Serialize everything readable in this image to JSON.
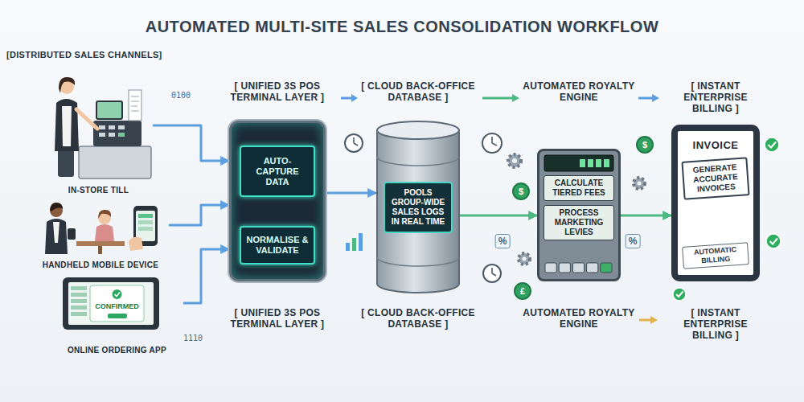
{
  "diagram": {
    "title": "AUTOMATED MULTI-SITE SALES CONSOLIDATION WORKFLOW",
    "nodes": [
      {
        "text": [
          "IN-STORE TILL"
        ]
      },
      {
        "text": [
          "HANDHELD MOBILE DEVICE"
        ]
      },
      {
        "text": [
          "CONFIRMED",
          "ONLINE ORDERING APP"
        ]
      },
      {
        "text": [
          "[ UNIFIED 3S POS TERMINAL LAYER ]"
        ]
      },
      {
        "text": [
          "AUTO-CAPTURE DATA"
        ],
        "in": 3
      },
      {
        "text": [
          "NORMALISE & VALIDATE"
        ],
        "in": 3
      },
      {
        "text": [
          "[ CLOUD BACK-OFFICE DATABASE ]",
          "POOLS GROUP-WIDE SALES LOGS IN REAL TIME"
        ]
      },
      {
        "text": [
          "AUTOMATED ROYALTY ENGINE",
          "CALCULATE TIERED FEES",
          "PROCESS MARKETING LEVIES"
        ]
      },
      {
        "text": [
          "[ INSTANT ENTERPRISE BILLING ]",
          "INVOICE",
          "AUTOMATIC BILLING"
        ]
      },
      {
        "text": [
          "GENERATE ACCURATE INVOICES"
        ],
        "in": 8
      }
    ],
    "edges": [
      {
        "from": 0,
        "to": 3,
        "arrow": "to"
      },
      {
        "from": 1,
        "to": 3,
        "arrow": "to"
      },
      {
        "from": 2,
        "to": 3,
        "arrow": "to"
      },
      {
        "from": 4,
        "to": 5,
        "arrow": "to"
      },
      {
        "from": 3,
        "to": 6,
        "arrow": "to"
      },
      {
        "from": 6,
        "to": 7,
        "arrow": "to"
      },
      {
        "from": 7,
        "to": 8,
        "arrow": "to"
      }
    ],
    "labels": [
      "[DISTRIBUTED SALES CHANNELS]",
      "0100",
      "1110",
      "[ UNIFIED 3S POS TERMINAL LAYER ]",
      "[ CLOUD BACK-OFFICE DATABASE ]",
      "AUTOMATED ROYALTY ENGINE",
      "[ INSTANT ENTERPRISE BILLING ]",
      "%",
      "%",
      "$",
      "$",
      "£"
    ]
  }
}
